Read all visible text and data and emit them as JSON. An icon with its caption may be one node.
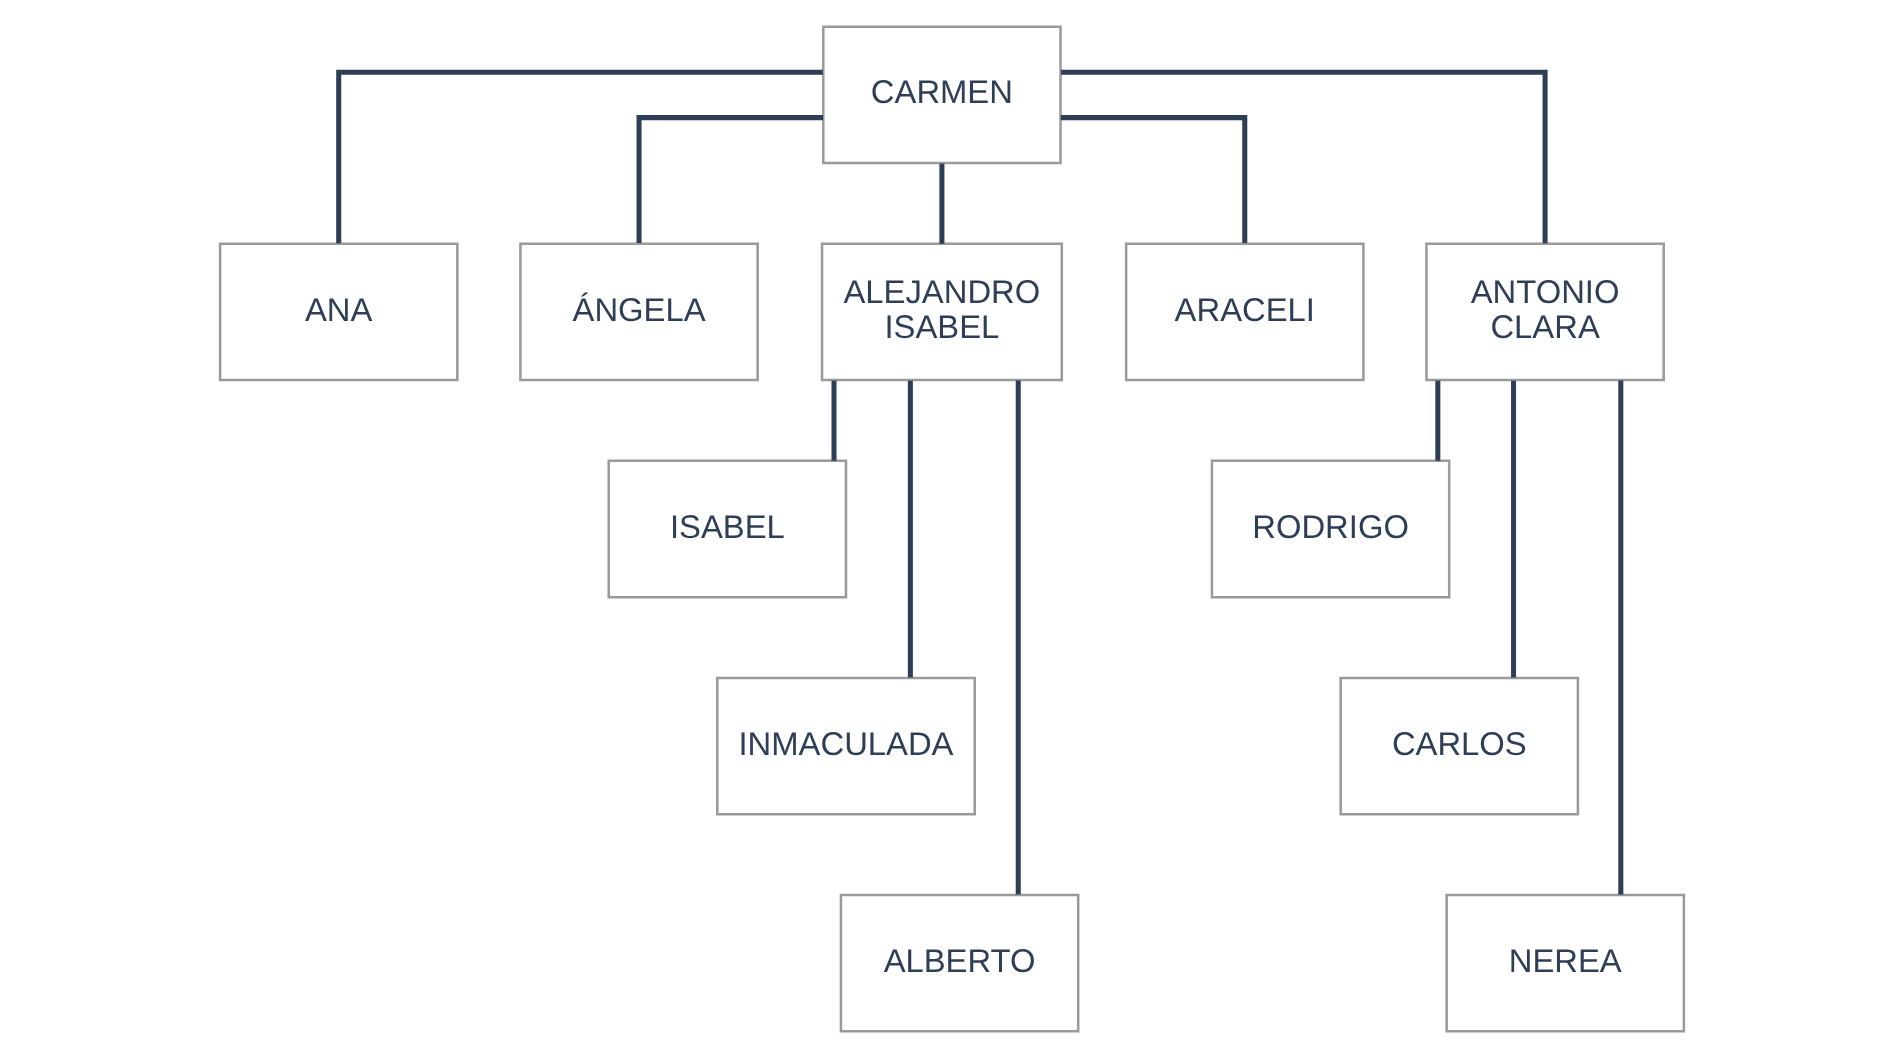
{
  "diagram": {
    "nodes": [
      {
        "text": [
          "CARMEN"
        ]
      },
      {
        "text": [
          "ANA"
        ]
      },
      {
        "text": [
          "ÁNGELA"
        ]
      },
      {
        "text": [
          "ALEJANDRO ISABEL"
        ]
      },
      {
        "text": [
          "ARACELI"
        ]
      },
      {
        "text": [
          "ANTONIO CLARA"
        ]
      },
      {
        "text": [
          "ISABEL"
        ]
      },
      {
        "text": [
          "INMACULADA"
        ]
      },
      {
        "text": [
          "ALBERTO"
        ]
      },
      {
        "text": [
          "RODRIGO"
        ]
      },
      {
        "text": [
          "CARLOS"
        ]
      },
      {
        "text": [
          "NEREA"
        ]
      }
    ],
    "edges": [
      {
        "from": 0,
        "to": 1,
        "arrow": "none"
      },
      {
        "from": 0,
        "to": 2,
        "arrow": "none"
      },
      {
        "from": 0,
        "to": 3,
        "arrow": "none"
      },
      {
        "from": 0,
        "to": 4,
        "arrow": "none"
      },
      {
        "from": 0,
        "to": 5,
        "arrow": "none"
      },
      {
        "from": 3,
        "to": 6,
        "arrow": "none"
      },
      {
        "from": 3,
        "to": 7,
        "arrow": "none"
      },
      {
        "from": 3,
        "to": 8,
        "arrow": "none"
      },
      {
        "from": 5,
        "to": 9,
        "arrow": "none"
      },
      {
        "from": 5,
        "to": 10,
        "arrow": "none"
      },
      {
        "from": 5,
        "to": 11,
        "arrow": "none"
      }
    ]
  }
}
